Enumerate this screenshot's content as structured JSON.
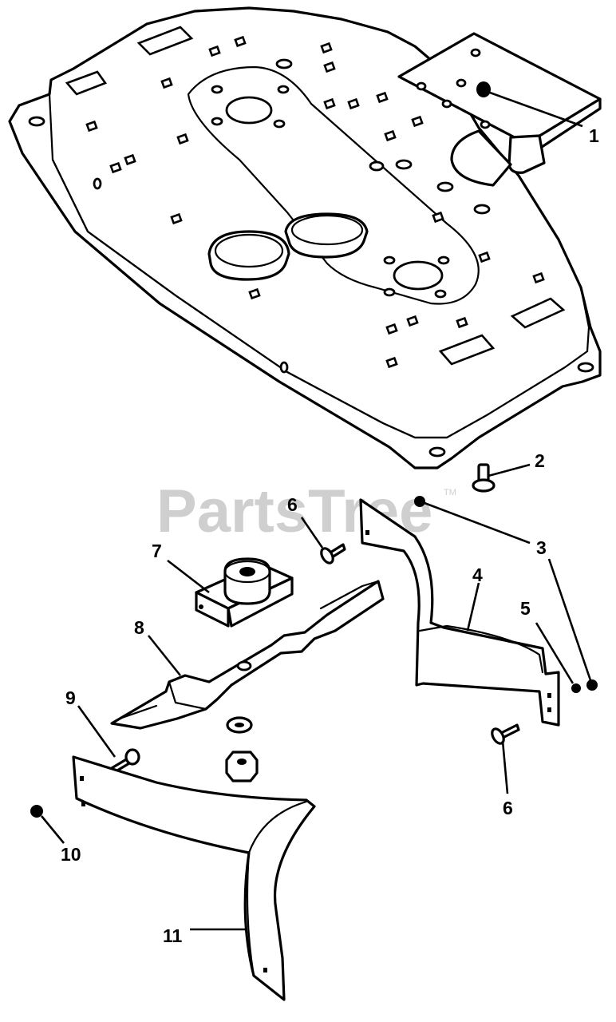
{
  "watermark": {
    "text": "PartsTree",
    "trademark": "TM"
  },
  "callouts": [
    {
      "id": "c1",
      "label": "1"
    },
    {
      "id": "c2",
      "label": "2"
    },
    {
      "id": "c3",
      "label": "3"
    },
    {
      "id": "c4",
      "label": "4"
    },
    {
      "id": "c5",
      "label": "5"
    },
    {
      "id": "c6a",
      "label": "6"
    },
    {
      "id": "c6b",
      "label": "6"
    },
    {
      "id": "c7",
      "label": "7"
    },
    {
      "id": "c8",
      "label": "8"
    },
    {
      "id": "c9",
      "label": "9"
    },
    {
      "id": "c10",
      "label": "10"
    },
    {
      "id": "c11",
      "label": "11"
    }
  ]
}
